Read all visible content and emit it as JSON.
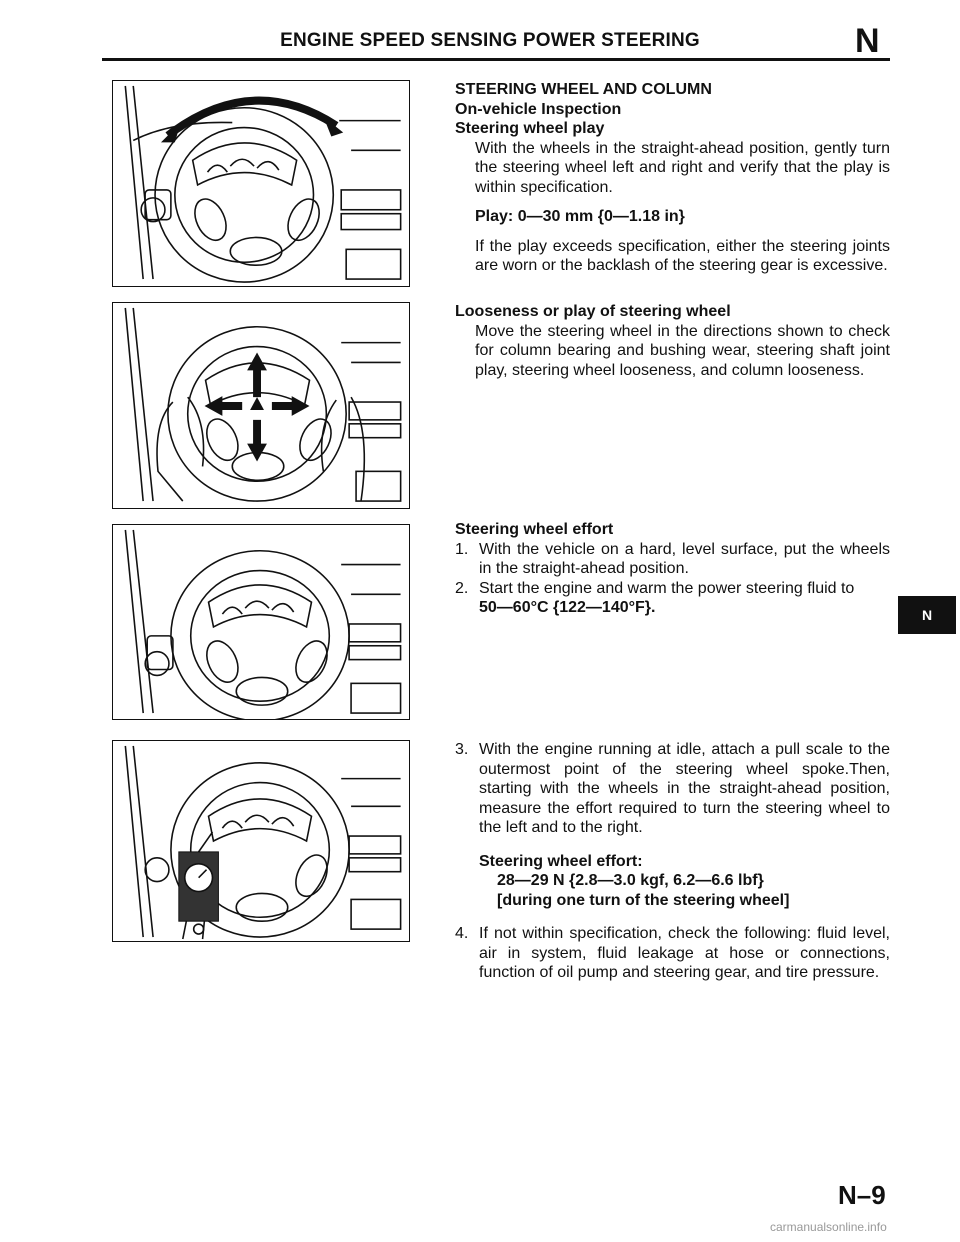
{
  "header": {
    "title": "ENGINE SPEED SENSING POWER STEERING",
    "section_letter": "N"
  },
  "figures": [
    {
      "depicts": "wheel-with-curved-arrow"
    },
    {
      "depicts": "hands-on-wheel-with-arrows"
    },
    {
      "depicts": "wheel-plain"
    },
    {
      "depicts": "pull-scale-on-wheel"
    }
  ],
  "section1": {
    "heading": "STEERING WHEEL AND COLUMN",
    "subheading": "On-vehicle Inspection",
    "topic": "Steering wheel play",
    "para1": "With the wheels in the straight-ahead position, gently turn the steering wheel left and right and verify that the play is within specification.",
    "spec": "Play: 0—30 mm {0—1.18 in}",
    "para2": "If the play exceeds specification, either the steering joints are worn or the backlash of the steering gear is excessive."
  },
  "section2": {
    "topic": "Looseness or play of steering wheel",
    "para": "Move the steering wheel in the directions shown to check for column bearing and bushing wear, steering shaft joint play, steering wheel looseness, and column looseness."
  },
  "section3": {
    "topic": "Steering wheel effort",
    "step1_num": "1.",
    "step1": "With the vehicle on a hard, level surface, put the wheels in the straight-ahead position.",
    "step2_num": "2.",
    "step2": "Start the engine and warm the power steering fluid to",
    "step2_spec": "50—60°C {122—140°F}."
  },
  "section4": {
    "step3_num": "3.",
    "step3": "With the engine running at idle, attach a pull scale to the outermost point of the steering wheel spoke.Then, starting with the wheels in the straight-ahead position, measure the effort required to turn the steering wheel to the left and to the right.",
    "effort_label": "Steering wheel effort:",
    "effort_value": "28—29 N {2.8—3.0 kgf, 6.2—6.6 lbf}",
    "effort_note": "[during one turn of the steering wheel]",
    "step4_num": "4.",
    "step4": "If not within specification, check the following: fluid level, air in system, fluid leakage at hose or connections, function of oil pump and steering gear, and tire pressure."
  },
  "side_tab": "N",
  "page_number": "N–9",
  "watermark": "carmanualsonline.info"
}
